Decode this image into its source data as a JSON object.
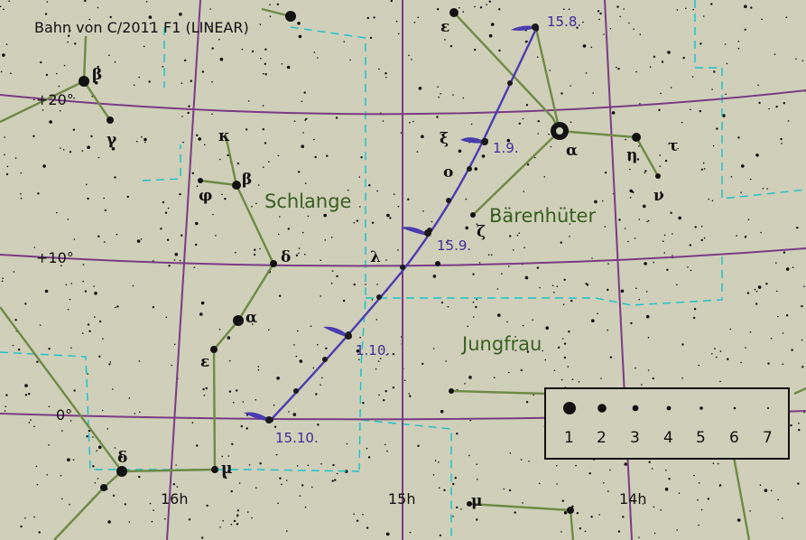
{
  "title": "Bahn von C/2011 F1 (LINEAR)",
  "colors": {
    "background": "#cfcfba",
    "grid": "#7a3b82",
    "constellation_lines": "#6e8a45",
    "boundaries": "#18c3c8",
    "comet_path": "#4a3cb0",
    "constellation_names": "#3b5e22",
    "date_labels": "#3d2f9a"
  },
  "grid": {
    "declinations": [
      "+20°",
      "+10°",
      "0°"
    ],
    "right_ascensions": [
      "16h",
      "15h",
      "14h"
    ]
  },
  "constellations": [
    "Schlange",
    "Bärenhüter",
    "Jungfrau"
  ],
  "stars": {
    "boo_epsilon": "ε",
    "boo_alpha": "α",
    "boo_eta": "η",
    "boo_tau": "τ",
    "boo_nu": "ν",
    "boo_xi": "ξ",
    "boo_omicron": "ο",
    "boo_zeta": "ζ",
    "ser_beta_top": "β",
    "ser_gamma": "γ",
    "ser_kappa": "κ",
    "ser_beta": "β",
    "ser_phi": "φ",
    "ser_delta": "δ",
    "ser_lambda": "λ",
    "ser_alpha": "α",
    "ser_epsilon": "ε",
    "ser_delta_low": "δ",
    "ser_mu": "μ",
    "vir_mu": "μ"
  },
  "comet_dates": [
    "15.8.",
    "1.9.",
    "15.9.",
    "1.10.",
    "15.10."
  ],
  "legend": {
    "magnitudes": [
      "1",
      "2",
      "3",
      "4",
      "5",
      "6",
      "7"
    ]
  }
}
